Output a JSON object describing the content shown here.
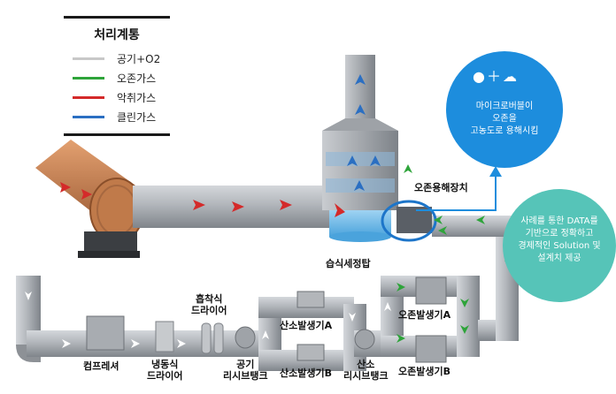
{
  "legend": {
    "title": "처리계통",
    "items": [
      {
        "label": "공기+O2",
        "color": "#c8c8c8"
      },
      {
        "label": "오존가스",
        "color": "#2ea43a"
      },
      {
        "label": "악취가스",
        "color": "#d42a2a"
      },
      {
        "label": "클린가스",
        "color": "#2b6fc2"
      }
    ]
  },
  "labels": {
    "ozone_dissolver": "오존용해장치",
    "wet_scrubber": "습식세정탑",
    "compressor": "컴프레셔",
    "refrigerated_dryer_1": "냉동식",
    "refrigerated_dryer_2": "드라이어",
    "adsorption_dryer_1": "흡착식",
    "adsorption_dryer_2": "드라이어",
    "air_receiver_1": "공기",
    "air_receiver_2": "리시브탱크",
    "o2_gen_a": "산소발생기A",
    "o2_gen_b": "산소발생기B",
    "o2_receiver_1": "산소",
    "o2_receiver_2": "리시브탱크",
    "ozone_gen_a": "오존발생기A",
    "ozone_gen_b": "오존발생기B"
  },
  "callouts": {
    "microbubble": [
      "마이크로버블이",
      "오존을",
      "고농도로 용해시킴"
    ],
    "data_solution": [
      "사례를 통한 DATA를",
      "기반으로 정확하고",
      "경제적인 Solution 및",
      "설계치 제공"
    ]
  },
  "colors": {
    "pipe": "#a9adb2",
    "odor_arrow": "#d42a2a",
    "ozone_arrow": "#2ea43a",
    "clean_arrow": "#2b6fc2",
    "blue_callout": "#1d8ddd",
    "teal_callout": "#56c4b8"
  }
}
